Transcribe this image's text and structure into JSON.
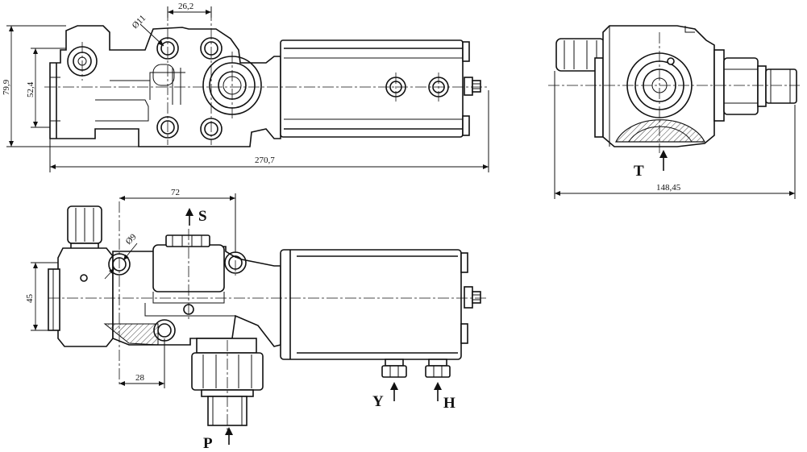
{
  "dimensions": {
    "top_width_small": "26,2",
    "top_hole_diameter": "Ø11",
    "top_height_total": "79,9",
    "top_height_inner": "52,4",
    "top_length_total": "270,7",
    "side_width": "148,45",
    "front_width": "72",
    "front_hole_diameter": "Ø9",
    "front_height": "45",
    "front_offset": "28"
  },
  "ports": {
    "T": "T",
    "S": "S",
    "P": "P",
    "Y": "Y",
    "H": "H"
  },
  "colors": {
    "line": "#111111",
    "background": "#ffffff"
  }
}
